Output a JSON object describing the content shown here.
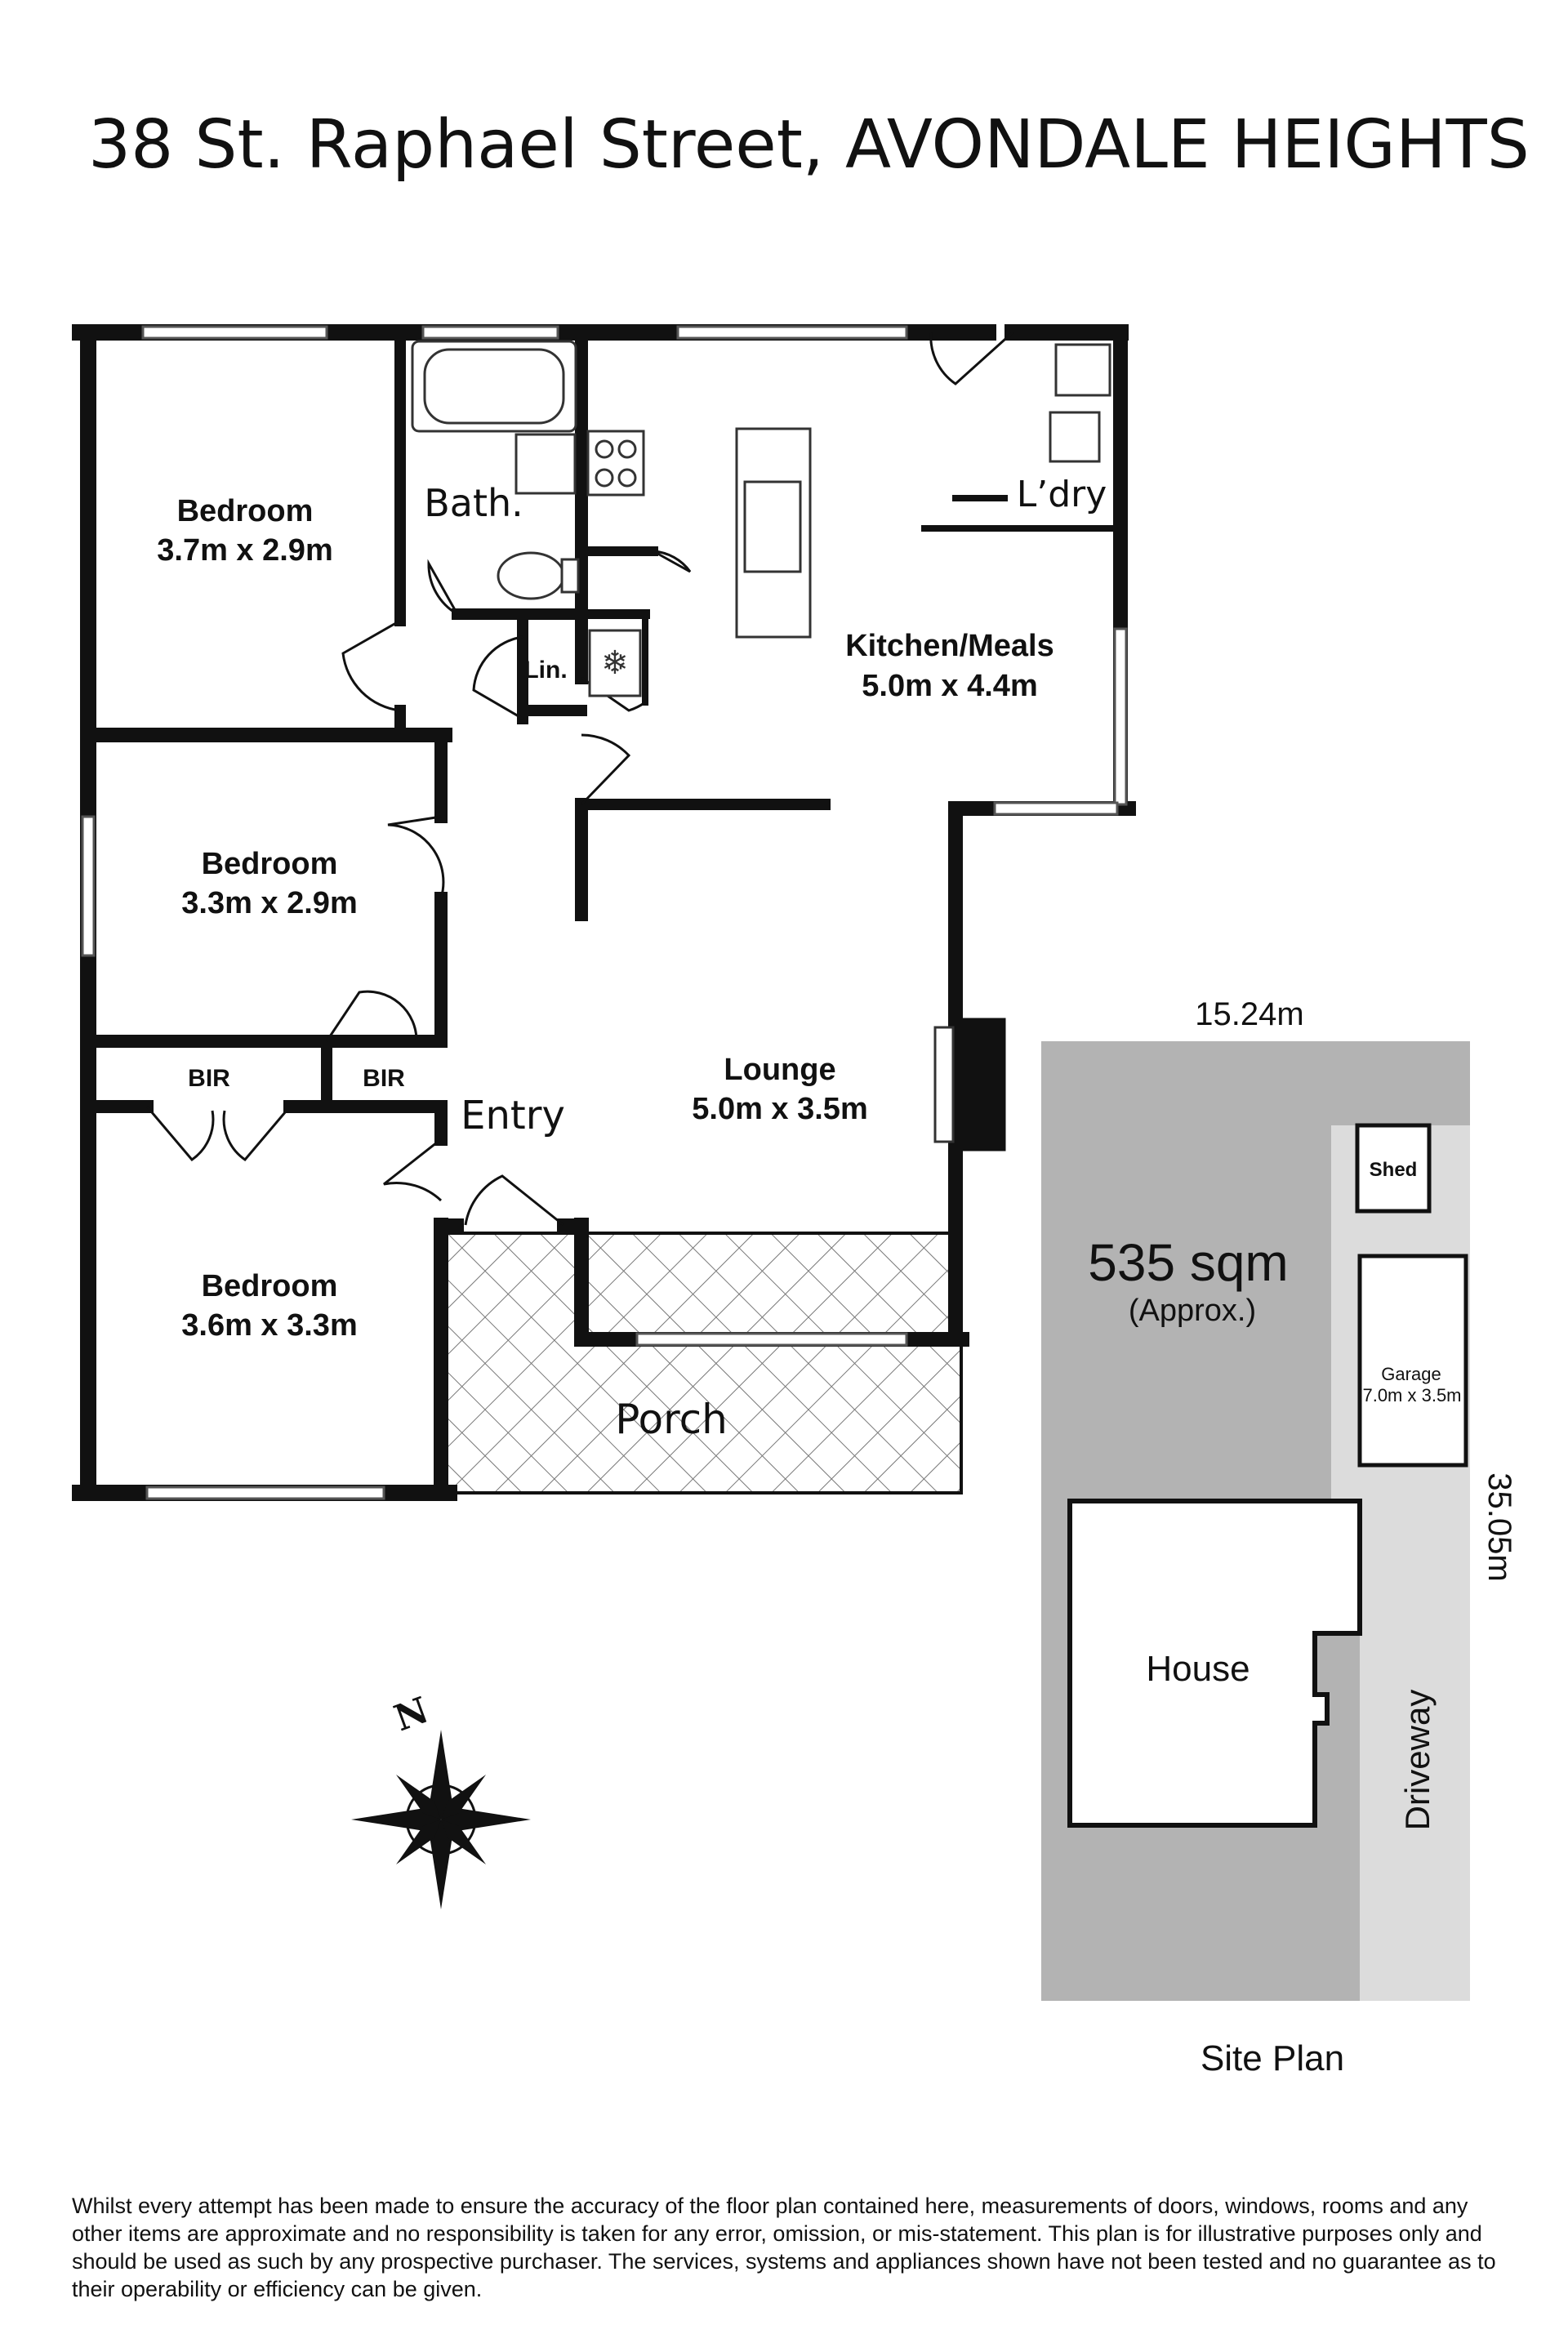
{
  "title": "38 St. Raphael Street, AVONDALE HEIGHTS",
  "rooms": {
    "bedroom1": {
      "name": "Bedroom",
      "size": "3.7m x 2.9m"
    },
    "bedroom2": {
      "name": "Bedroom",
      "size": "3.3m x 2.9m"
    },
    "bedroom3": {
      "name": "Bedroom",
      "size": "3.6m x 3.3m"
    },
    "kitchen": {
      "name": "Kitchen/Meals",
      "size": "5.0m x 4.4m"
    },
    "lounge": {
      "name": "Lounge",
      "size": "5.0m x 3.5m"
    },
    "bath": "Bath.",
    "laundry": "L’dry",
    "linen": "Lin.",
    "bir_left": "BIR",
    "bir_right": "BIR",
    "entry": "Entry",
    "porch": "Porch"
  },
  "compass": {
    "north_label": "N"
  },
  "site_plan": {
    "title": "Site Plan",
    "frontage": "15.24m",
    "depth": "35.05m",
    "area": "535 sqm",
    "area_note": "(Approx.)",
    "shed": "Shed",
    "garage": "Garage",
    "garage_size": "7.0m x 3.5m",
    "house": "House",
    "driveway": "Driveway",
    "colors": {
      "lot": "#b3b3b3",
      "driveway": "#dcdcdc",
      "house": "#ffffff"
    }
  },
  "disclaimer": "Whilst every attempt has been made to ensure the accuracy of the floor plan contained here, measurements of doors, windows, rooms and any other items are approximate and no responsibility is taken for any error, omission, or mis-statement. This plan is for illustrative purposes only and should be used as such by any prospective purchaser. The services, systems and appliances shown have not been tested and no guarantee as to their operability or efficiency can be given."
}
